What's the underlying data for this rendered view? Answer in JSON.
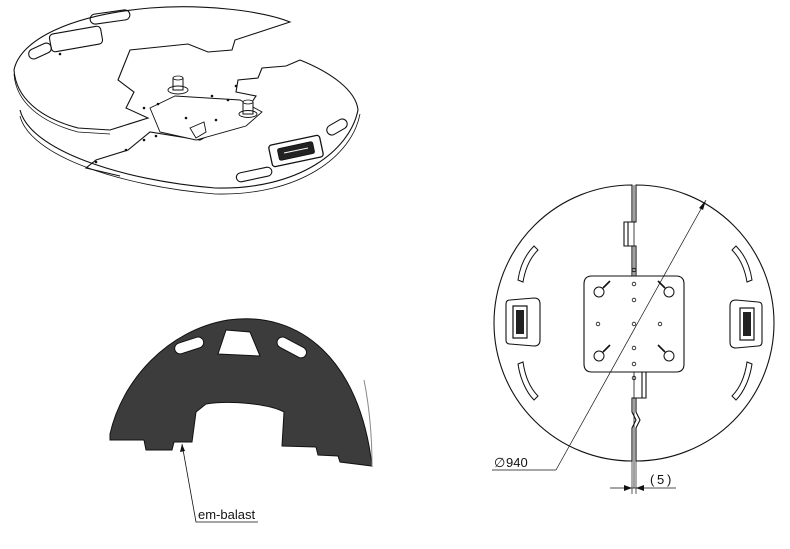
{
  "labels": {
    "part_callout": "em-balast",
    "diameter_value": "940",
    "gap_value": "5",
    "diameter_symbol": "∅"
  },
  "colors": {
    "line": "#111111",
    "plate_fill": "#ffffff",
    "ballast_fill": "#3c3c3c"
  }
}
